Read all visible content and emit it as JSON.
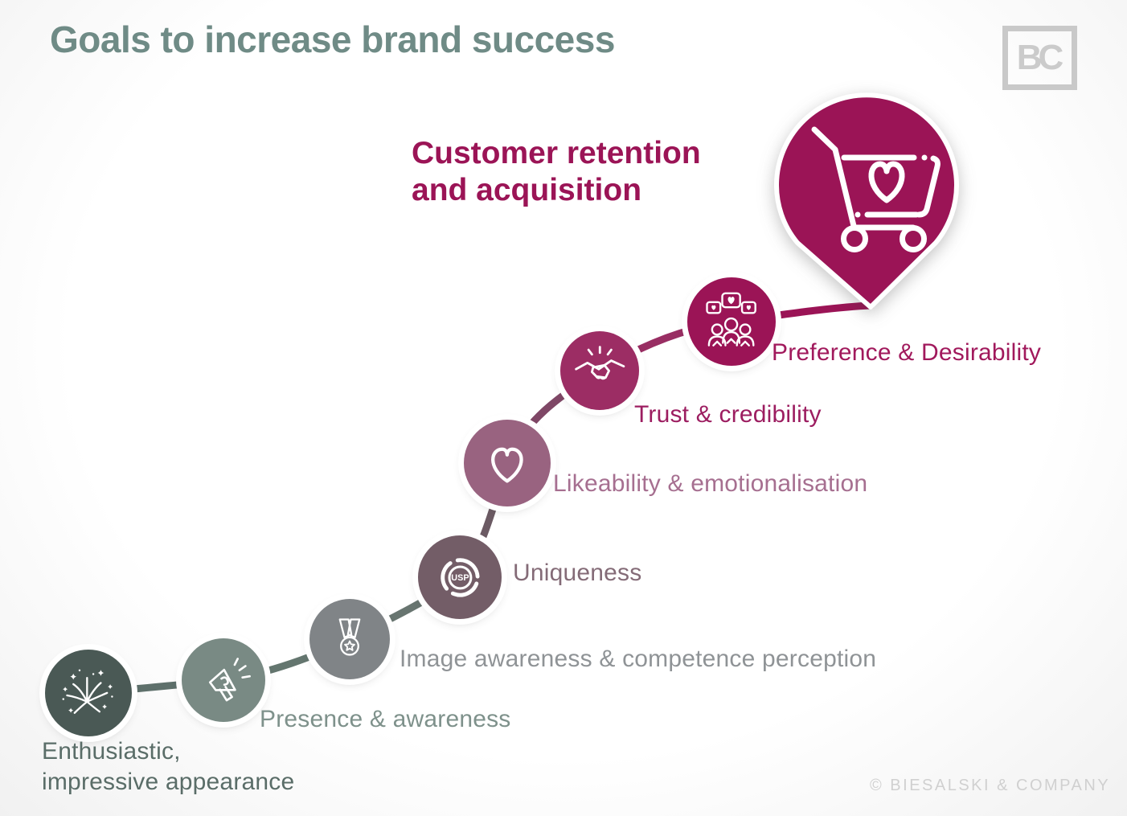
{
  "header": {
    "title": "Goals to increase brand success",
    "title_color": "#6F8B86"
  },
  "logo": {
    "text": "BC",
    "color": "#CBCBCB"
  },
  "goal": {
    "label": "Customer retention\nand acquisition",
    "color": "#9B1456",
    "icon": "shopping-cart-heart-icon",
    "pin_color": "#9B1456"
  },
  "steps": [
    {
      "label": "Enthusiastic,\nimpressive appearance",
      "icon": "fireworks-icon",
      "circle_color": "#4A5955",
      "label_color": "#5A6D68"
    },
    {
      "label": "Presence & awareness",
      "icon": "megaphone-icon",
      "circle_color": "#798A84",
      "label_color": "#7E918B"
    },
    {
      "label": "Image awareness & competence perception",
      "icon": "medal-icon",
      "circle_color": "#808487",
      "label_color": "#8F9396"
    },
    {
      "label": "Uniqueness",
      "icon": "usp-badge-icon",
      "icon_text": "USP",
      "circle_color": "#735D67",
      "label_color": "#846B77"
    },
    {
      "label": "Likeability & emotionalisation",
      "icon": "heart-icon",
      "circle_color": "#996380",
      "label_color": "#A66F90"
    },
    {
      "label": "Trust & credibility",
      "icon": "handshake-icon",
      "circle_color": "#9C2D64",
      "label_color": "#9C1D60"
    },
    {
      "label": "Preference & Desirability",
      "icon": "people-hearts-icon",
      "circle_color": "#9B1456",
      "label_color": "#A1195C"
    }
  ],
  "footer": {
    "copyright": "© BIESALSKI & COMPANY",
    "color": "#D0D0D0"
  }
}
